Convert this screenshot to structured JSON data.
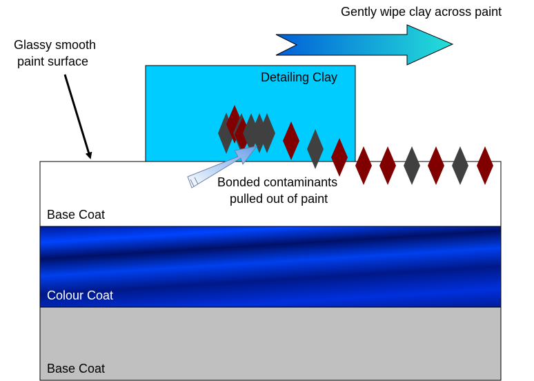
{
  "title_arrow_text": "Gently wipe clay across paint",
  "surface_label": {
    "line1": "Glassy smooth",
    "line2": "paint surface"
  },
  "clay_label": "Detailing Clay",
  "contaminants_label": {
    "line1": "Bonded contaminants",
    "line2": "pulled out of paint"
  },
  "layers": {
    "top_base_coat": "Base Coat",
    "colour_coat": "Colour Coat",
    "bottom_base_coat": "Base Coat"
  },
  "colors": {
    "clay_fill": "#00ccff",
    "contaminant_red": "#800000",
    "contaminant_dark": "#404040",
    "colour_coat_blue": "#0033ff",
    "base_coat_grey": "#c0c0c0",
    "wipe_arrow_start": "#0066dd",
    "wipe_arrow_end": "#22dddd"
  }
}
